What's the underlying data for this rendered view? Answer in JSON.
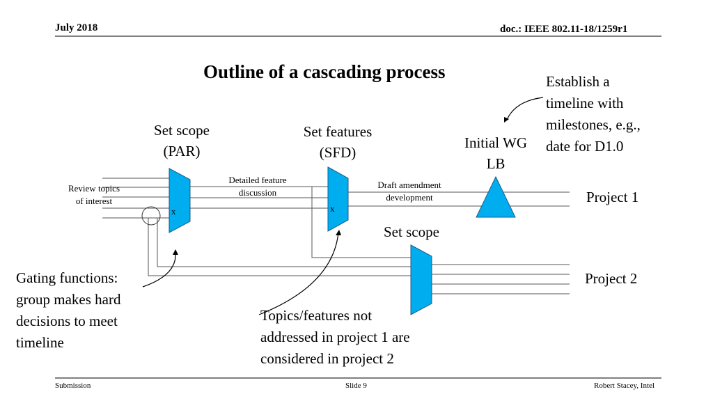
{
  "header": {
    "date": "July 2018",
    "doc": "doc.: IEEE 802.11-18/1259r1"
  },
  "title": "Outline of a cascading process",
  "labels": {
    "set_scope_1": [
      "Set scope",
      "(PAR)"
    ],
    "set_features": [
      "Set features",
      "(SFD)"
    ],
    "initial_wg_lb": [
      "Initial WG",
      "LB"
    ],
    "timeline_note": [
      "Establish a",
      "timeline with",
      "milestones, e.g.,",
      "date for D1.0"
    ],
    "review_topics": [
      "Review topics",
      "of interest"
    ],
    "detailed_feature": [
      "Detailed feature",
      "discussion"
    ],
    "draft_amendment": [
      "Draft amendment",
      "development"
    ],
    "project_1": "Project 1",
    "project_2": "Project 2",
    "set_scope_2": "Set scope",
    "gating_note": [
      "Gating functions:",
      "group makes hard",
      "decisions to meet",
      "timeline"
    ],
    "topics_note": [
      "Topics/features not",
      "addressed in project 1 are",
      "considered in project 2"
    ],
    "mux1_x": "x",
    "mux2_x": "x"
  },
  "colors": {
    "gate_fill": "#00aef0",
    "gate_stroke": "#1a5c8a",
    "line": "#555555"
  },
  "footer": {
    "left": "Submission",
    "center": "Slide 9",
    "right": "Robert Stacey, Intel"
  }
}
